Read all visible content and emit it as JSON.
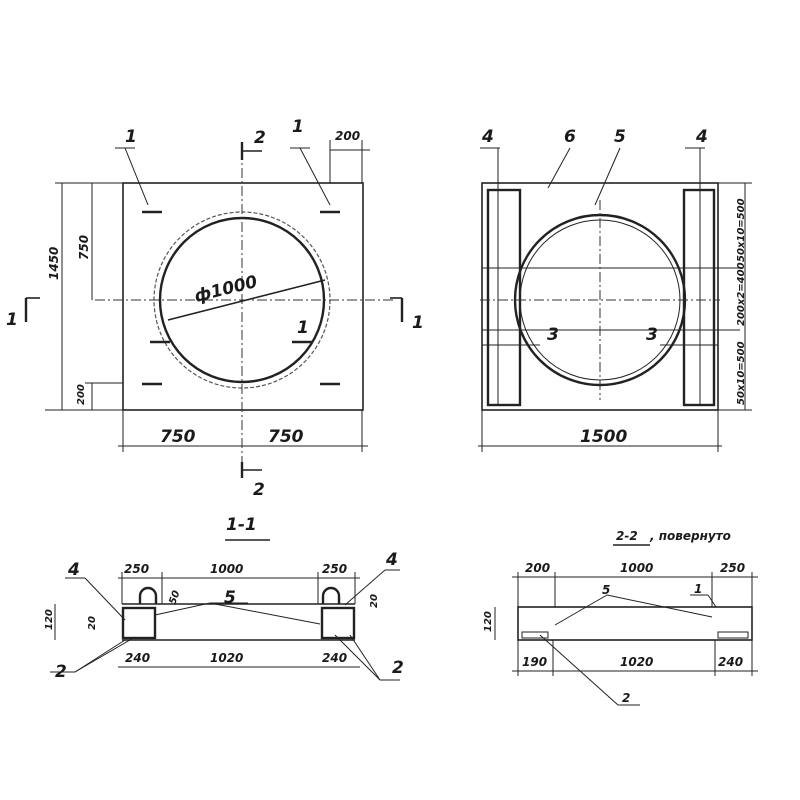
{
  "plan_left": {
    "callouts": [
      "1",
      "1",
      "1"
    ],
    "section_mark_top": "2",
    "section_mark_bottom": "2",
    "section_mark_left": "1",
    "section_mark_right": "1",
    "dim_top_right": "200",
    "dim_total_height": "1450",
    "dim_upper_height": "750",
    "dim_lower": "200",
    "dim_bottom_left": "750",
    "dim_bottom_right": "750",
    "diameter": "ф1000"
  },
  "plan_right": {
    "callouts": [
      "4",
      "6",
      "5",
      "4",
      "3",
      "3"
    ],
    "dim_width": "1500",
    "dim_right_top": "50x10=500",
    "dim_right_mid": "200x2=400",
    "dim_right_bottom": "50x10=500"
  },
  "section_1_1": {
    "title": "1-1",
    "dims_top": [
      "250",
      "1000",
      "250"
    ],
    "dims_bottom": [
      "240",
      "1020",
      "240"
    ],
    "dim_height": "120",
    "dim_20_left": "20",
    "dim_20_right": "20",
    "dim_50": "50",
    "callouts": [
      "4",
      "5",
      "4",
      "2",
      "2"
    ]
  },
  "section_2_2": {
    "title": "2-2",
    "subtitle": ", повернуто",
    "dims_top": [
      "200",
      "1000",
      "250"
    ],
    "dims_bottom": [
      "190",
      "1020",
      "240"
    ],
    "dim_height": "120",
    "callouts": [
      "5",
      "1",
      "2"
    ]
  }
}
